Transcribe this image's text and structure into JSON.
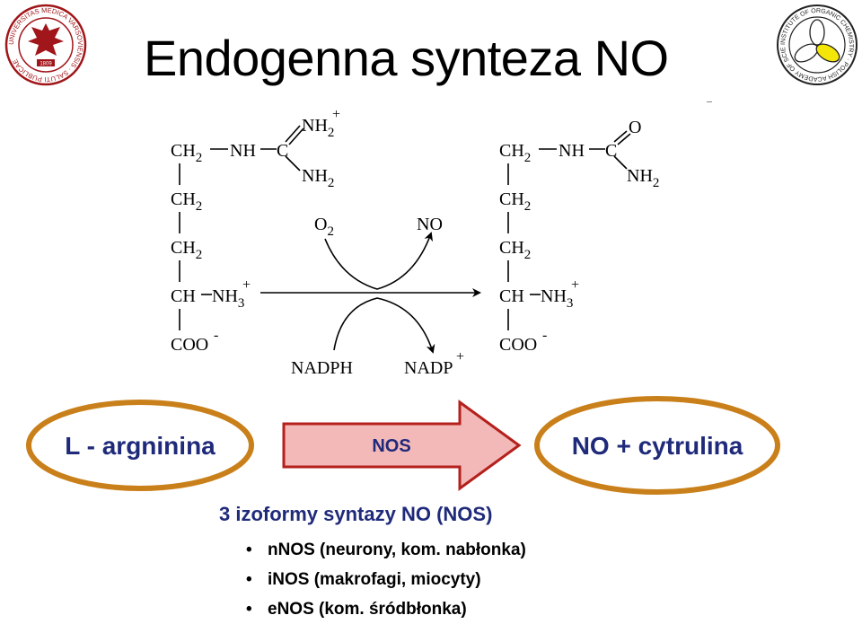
{
  "title": "Endogenna synteza NO",
  "reaction": {
    "left_molecule": {
      "row1": [
        "CH2",
        "NH",
        "C"
      ],
      "guanidino_top": "NH2+",
      "guanidino_bottom": "NH2",
      "chain": [
        "CH2",
        "CH2",
        "CH",
        "NH3+",
        "COO-"
      ]
    },
    "right_molecule": {
      "row1": [
        "CH2",
        "NH",
        "C"
      ],
      "carbonyl": "O",
      "amide": "NH2",
      "chain": [
        "CH2",
        "CH2",
        "CH",
        "NH3+",
        "COO-"
      ]
    },
    "inputs_top": {
      "o2": "O2",
      "no": "NO"
    },
    "inputs_bottom": {
      "nadph": "NADPH",
      "nadp": "NADP+"
    }
  },
  "flow": {
    "substrate": "L - argninina",
    "enzyme": "NOS",
    "product": "NO + cytrulina",
    "oval_border_color": "#c9801a",
    "arrow_fill_color": "#f3b8b8",
    "arrow_border_color": "#b4201c",
    "text_color": "#1f2a7a"
  },
  "isoforms": {
    "heading": "3 izoformy syntazy NO (NOS)",
    "items": [
      {
        "bullet": "•",
        "text": "nNOS (neurony, kom. nabłonka)"
      },
      {
        "bullet": "•",
        "text": "iNOS (makrofagi, miocyty)"
      },
      {
        "bullet": "•",
        "text": "eNOS (kom. śródbłonka)"
      }
    ]
  },
  "logos": {
    "left_icon": "university-seal-icon",
    "right_icon": "institute-organic-chemistry-seal-icon",
    "left_ring_text": "UNIVERSITAS MEDICA VARSOVIENSIS · SALUTI PUBLICAE",
    "left_year": "1809",
    "right_ring_text": "INSTITUTE OF ORGANIC CHEMISTRY · POLISH ACADEMY OF SCIENCES"
  }
}
